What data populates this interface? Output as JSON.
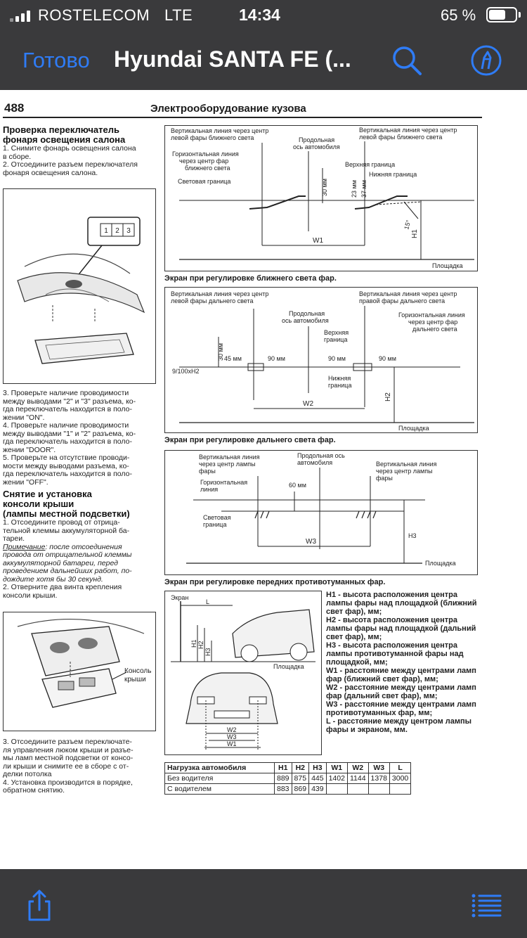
{
  "status_bar": {
    "carrier": "ROSTELECOM",
    "network": "LTE",
    "time": "14:34",
    "battery": "65 %",
    "battery_level": 0.65
  },
  "nav": {
    "done_label": "Готово",
    "title": "Hyundai SANTA FE (...",
    "icons": [
      "search-icon",
      "markup-pen-icon"
    ]
  },
  "toolbar": {
    "icons": [
      "share-icon",
      "outline-list-icon"
    ]
  },
  "colors": {
    "chrome": "#3a3a3c",
    "accent": "#2f7cf6"
  },
  "page": {
    "number": "488",
    "title": "Электрооборудование кузова",
    "left": {
      "h1": [
        "Проверка переключатель",
        "фонаря освещения салона"
      ],
      "p1": [
        "1. Снимите фонарь освещения салона",
        "в сборе.",
        "2. Отсоедините разъем переключателя",
        "фонаря освещения салона."
      ],
      "pins": [
        "1",
        "2",
        "3"
      ],
      "p2": [
        "3. Проверьте наличие проводимости",
        "между выводами \"2\" и \"3\" разъема, ко-",
        "гда переключатель находится в поло-",
        "жении \"ON\".",
        "4. Проверьте наличие проводимости",
        "между выводами \"1\" и \"2\" разъема, ко-",
        "гда переключатель находится в поло-",
        "жении \"DOOR\".",
        "5. Проверьте на отсутствие проводи-",
        "мости между выводами разъема, ко-",
        "гда переключатель находится в поло-",
        "жении \"OFF\"."
      ],
      "h2": [
        "Снятие и установка",
        "консоли крыши",
        "(лампы местной подсветки)"
      ],
      "p3": [
        "1. Отсоедините провод от отрица-",
        "тельной клеммы аккумуляторной ба-",
        "тареи."
      ],
      "note_label": "Примечание",
      "note": [
        ": после отсоединения",
        "провода от отрицательной клеммы",
        "аккумуляторной батареи, перед",
        "проведением дальнейших работ, по-",
        "дождите хотя бы 30 секунд."
      ],
      "p4": [
        "2. Отверните два винта крепления",
        "консоли крыши."
      ],
      "console_label": [
        "Консоль",
        "крыши"
      ],
      "p5": [
        "3. Отсоедините разъем переключате-",
        "ля управления люком крыши и разъе-",
        "мы ламп местной подсветки от консо-",
        "ли крыши и снимите ее в сборе с от-",
        "делки потолка",
        "4. Установка производится в порядке,",
        "обратном снятию."
      ]
    },
    "diagram1": {
      "caption": "Экран при регулировке ближнего света фар.",
      "labels": {
        "vl_left": [
          "Вертикальная линия через центр",
          "левой фары ближнего света"
        ],
        "axis": [
          "Продольная",
          "ось автомобиля"
        ],
        "vl_right": [
          "Вертикальная линия через центр",
          "левой фары ближнего света"
        ],
        "hl": [
          "Горизонтальная линия",
          "через центр фар",
          "ближнего света"
        ],
        "upper": "Верхняя граница",
        "lower": "Нижняя граница",
        "cutoff": "Световая граница",
        "d30": "30 мм",
        "d23": "23 мм",
        "d37": "37 мм",
        "angle": "15°",
        "w1": "W1",
        "h1": "H1",
        "floor": "Площадка"
      }
    },
    "diagram2": {
      "caption": "Экран при регулировке дальнего света фар.",
      "labels": {
        "vl_left": [
          "Вертикальная линия через центр",
          "левой фары дальнего света"
        ],
        "axis": [
          "Продольная",
          "ось автомобиля"
        ],
        "vl_right": [
          "Вертикальная линия через центр",
          "правой фары дальнего света"
        ],
        "hl": [
          "Горизонтальная линия",
          "через центр фар",
          "дальнего света"
        ],
        "upper": [
          "Верхняя",
          "граница"
        ],
        "lower": [
          "Нижняя",
          "граница"
        ],
        "d30": "30 мм",
        "d45": "45 мм",
        "d90a": "90 мм",
        "d90b": "90 мм",
        "d90c": "90 мм",
        "tilt": "9/100xH2",
        "w2": "W2",
        "h2": "H2",
        "floor": "Площадка"
      }
    },
    "diagram3": {
      "caption": "Экран при регулировке передних противотуманных фар.",
      "labels": {
        "vl_left": [
          "Вертикальная линия",
          "через центр лампы",
          "фары"
        ],
        "axis": [
          "Продольная ось",
          "автомобиля"
        ],
        "vl_right": [
          "Вертикальная линия",
          "через центр лампы",
          "фары"
        ],
        "hl": [
          "Горизонтальная",
          "линия"
        ],
        "d60": "60 мм",
        "cutoff": [
          "Световая",
          "граница"
        ],
        "w3": "W3",
        "h3": "H3",
        "floor": "Площадка"
      }
    },
    "diagram4": {
      "labels": {
        "screen": "Экран",
        "l": "L",
        "h1": "H1",
        "h2": "H2",
        "h3": "H3",
        "floor": "Площадка",
        "w1": "W1",
        "w2": "W2",
        "w3": "W3"
      }
    },
    "legend": [
      "H1 - высота расположения центра лампы фары над площадкой (ближний свет фар), мм;",
      "H2 - высота расположения центра лампы фары над площадкой (дальний свет фар), мм;",
      "H3 - высота расположения центра лампы противотуманной фары над площадкой, мм;",
      "W1 - расстояние между центрами ламп фар (ближний свет фар), мм;",
      "W2 - расстояние между центрами ламп фар (дальний свет фар), мм;",
      "W3 - расстояние между центрами ламп противотуманных фар, мм;",
      "L - расстояние между центром лампы фары и экраном, мм."
    ],
    "table": {
      "headers": [
        "Нагрузка автомобиля",
        "H1",
        "H2",
        "H3",
        "W1",
        "W2",
        "W3",
        "L"
      ],
      "rows": [
        [
          "Без водителя",
          "889",
          "875",
          "445",
          "1402",
          "1144",
          "1378",
          "3000"
        ],
        [
          "С водителем",
          "883",
          "869",
          "439",
          "",
          "",
          "",
          ""
        ]
      ]
    }
  }
}
